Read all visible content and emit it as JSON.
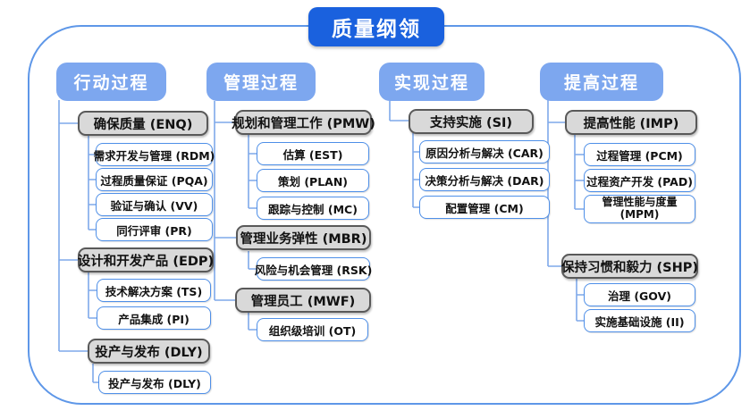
{
  "title": "质量纲领",
  "colors": {
    "title_bg": "#1A61DE",
    "header_bg": "#7DA7EF",
    "group_bg": "#D9D9D9",
    "group_border": "#595959",
    "leaf_border": "#4E8FE8",
    "connector": "#7FA9EA",
    "frame_border": "#5E97E8"
  },
  "columns": [
    {
      "header": "行动过程",
      "groups": [
        {
          "label": "确保质量 (ENQ)",
          "children": [
            "需求开发与管理 (RDM)",
            "过程质量保证 (PQA)",
            "验证与确认 (VV)",
            "同行评审 (PR)"
          ]
        },
        {
          "label": "设计和开发产品 (EDP)",
          "children": [
            "技术解决方案 (TS)",
            "产品集成 (PI)"
          ]
        },
        {
          "label": "投产与发布 (DLY)",
          "children": [
            "投产与发布 (DLY)"
          ]
        }
      ]
    },
    {
      "header": "管理过程",
      "groups": [
        {
          "label": "规划和管理工作 (PMW)",
          "children": [
            "估算 (EST)",
            "策划 (PLAN)",
            "跟踪与控制 (MC)"
          ]
        },
        {
          "label": "管理业务弹性 (MBR)",
          "children": [
            "风险与机会管理 (RSK)"
          ]
        },
        {
          "label": "管理员工 (MWF)",
          "children": [
            "组织级培训 (OT)"
          ]
        }
      ]
    },
    {
      "header": "实现过程",
      "groups": [
        {
          "label": "支持实施 (SI)",
          "children": [
            "原因分析与解决 (CAR)",
            "决策分析与解决 (DAR)",
            "配置管理 (CM)"
          ]
        }
      ]
    },
    {
      "header": "提高过程",
      "groups": [
        {
          "label": "提高性能 (IMP)",
          "children": [
            "过程管理 (PCM)",
            "过程资产开发 (PAD)",
            "管理性能与度量 (MPM)"
          ]
        },
        {
          "label": "保持习惯和毅力 (SHP)",
          "children": [
            "治理 (GOV)",
            "实施基础设施 (II)"
          ]
        }
      ]
    }
  ]
}
